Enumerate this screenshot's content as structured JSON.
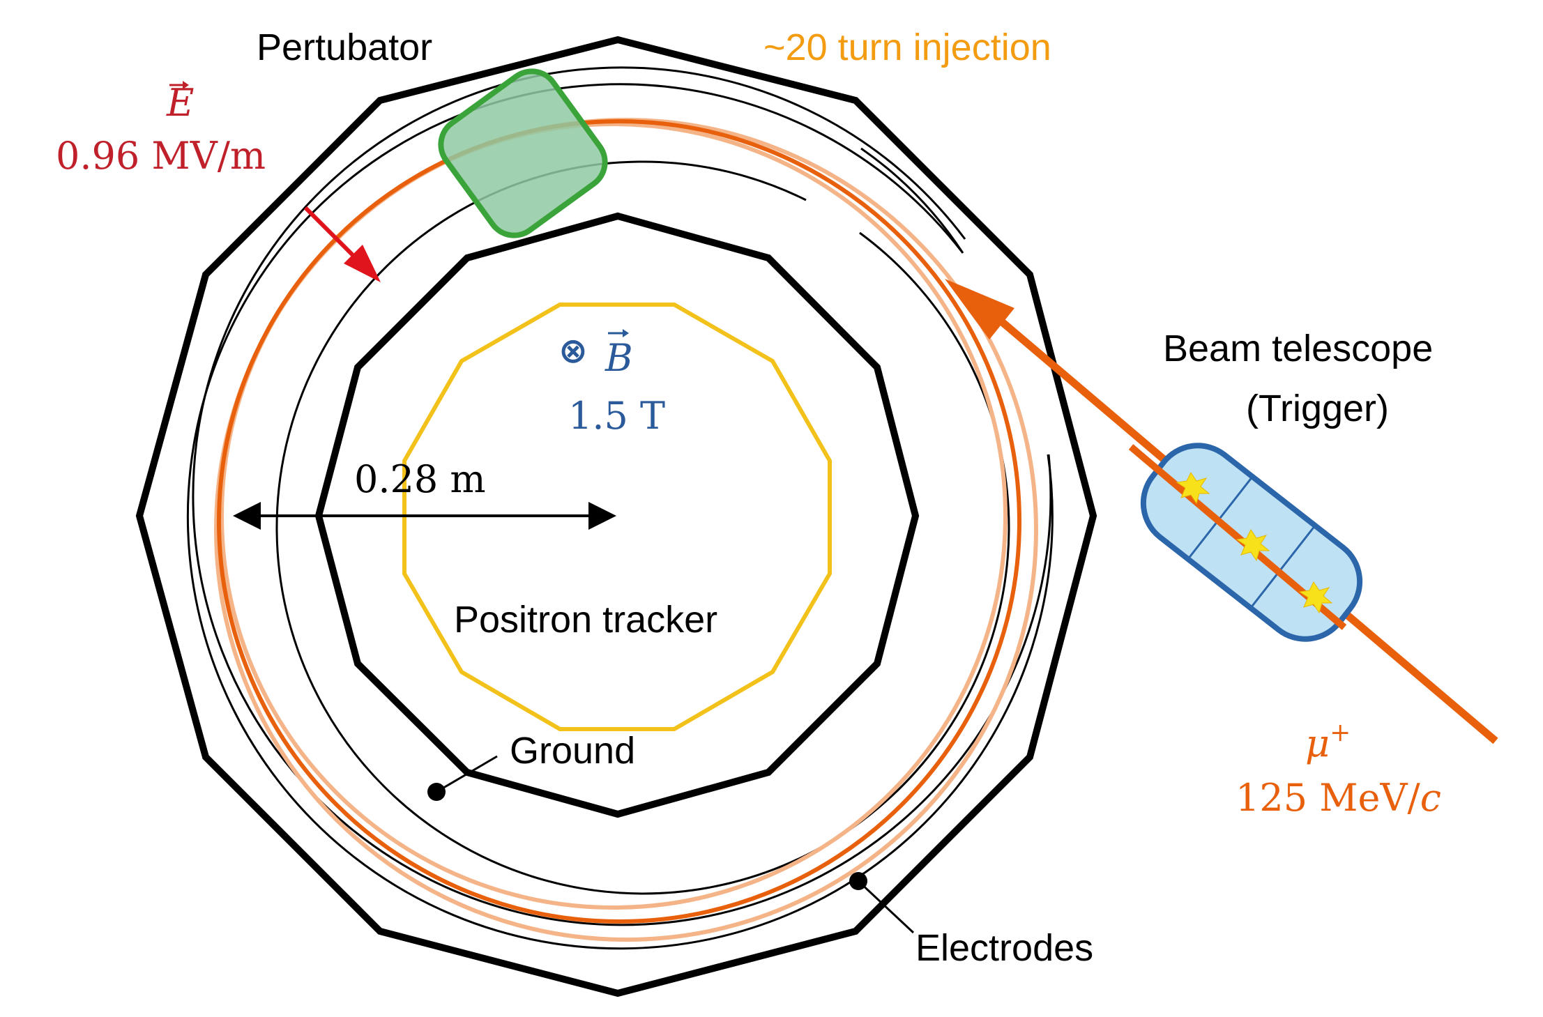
{
  "labels": {
    "perturbator": "Pertubator",
    "injection": "~20 turn injection",
    "efield_symbol": "E",
    "efield_value": "0.96 MV/m",
    "bfield_cross": "⊗",
    "bfield_symbol": "B",
    "bfield_value": "1.5 T",
    "radius": "0.28 m",
    "tracker": "Positron tracker",
    "ground": "Ground",
    "electrodes": "Electrodes",
    "telescope_line1": "Beam telescope",
    "telescope_line2": "(Trigger)",
    "muon_symbol": "μ",
    "muon_charge": "+",
    "muon_momentum_value": "125 MeV/",
    "muon_momentum_c": "c"
  },
  "colors": {
    "outline": "#000000",
    "perturbator_fill": "#8fc9a3",
    "perturbator_stroke": "#3aa33a",
    "injection_orange": "#f39c12",
    "beam_orange": "#e8600c",
    "beam_light": "#f4b488",
    "efield_red": "#c0202a",
    "arrow_red": "#e0141c",
    "bfield_blue": "#2a5a9a",
    "tracker_yellow": "#f2c21a",
    "telescope_fill": "#bfe1f4",
    "telescope_stroke": "#2c66aa",
    "spark": "#f6e11a"
  },
  "icons": {
    "field_into_page": "circle-times-icon",
    "contact_point": "dot-icon",
    "hit_marker": "spark-icon"
  }
}
